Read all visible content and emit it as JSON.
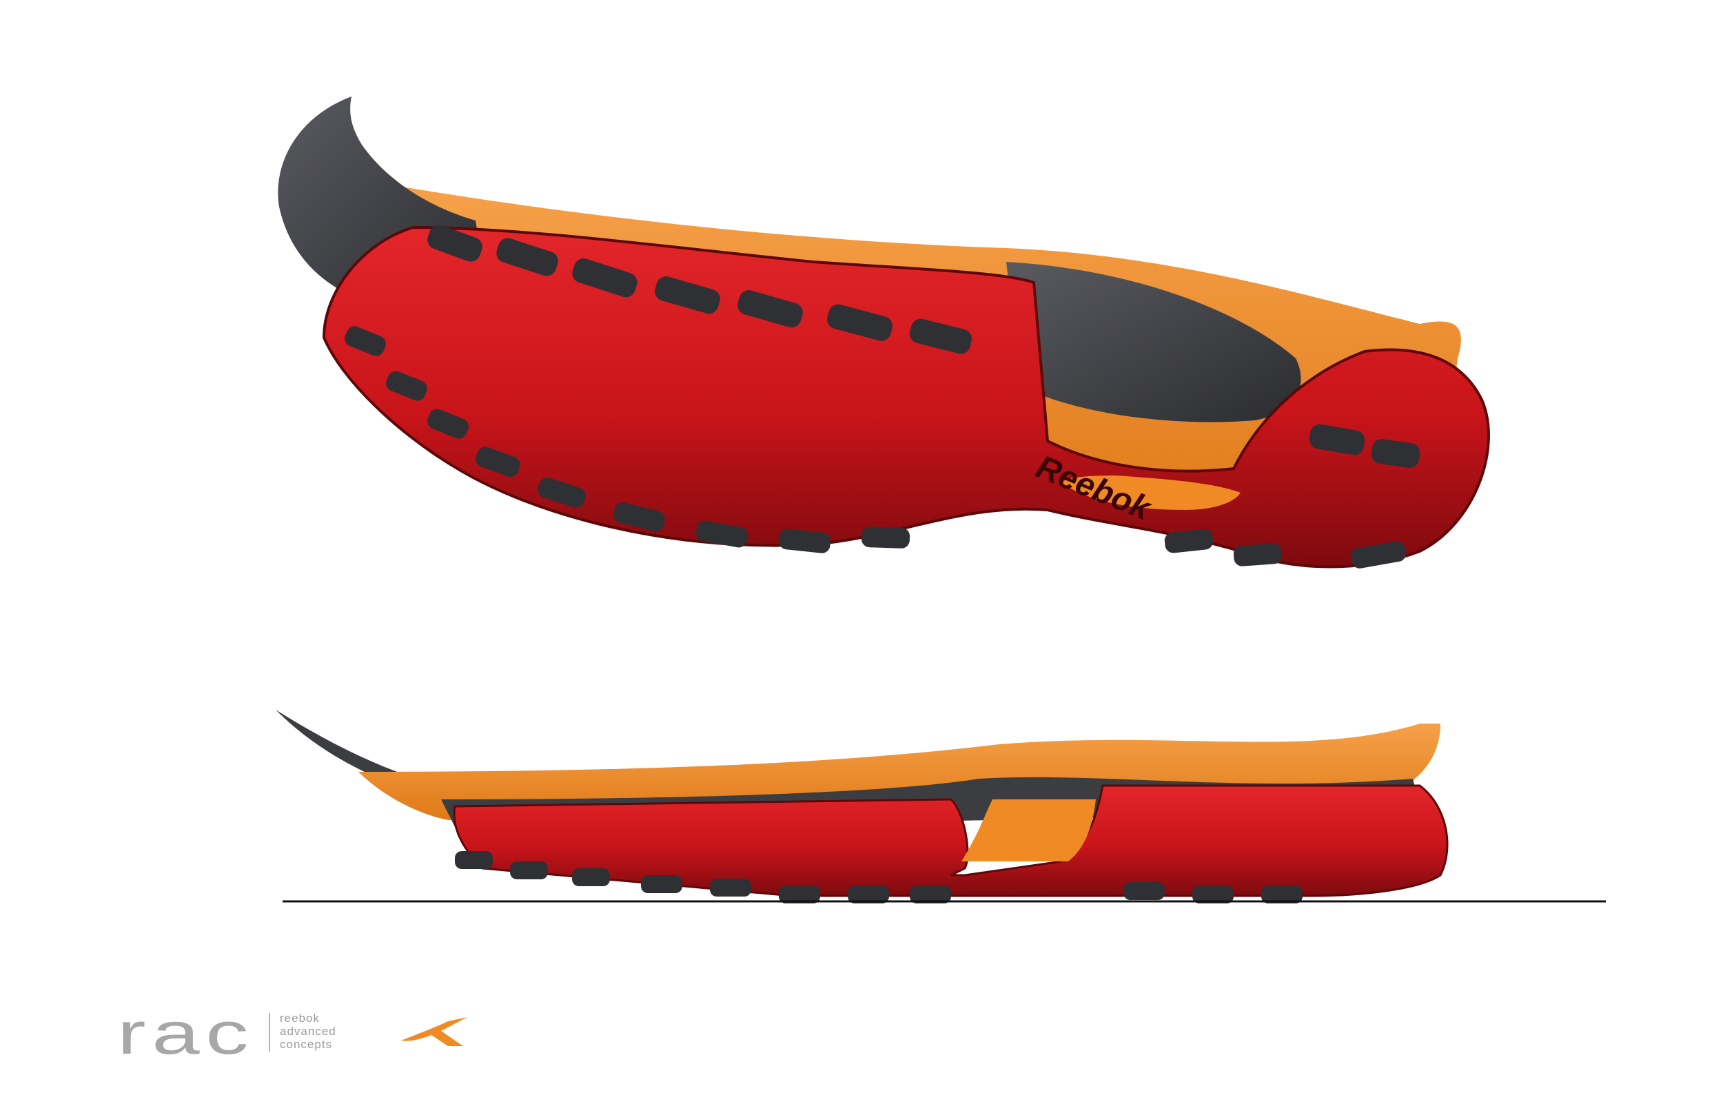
{
  "image": {
    "subject": "footwear outsole concept rendering",
    "background_color": "#ffffff"
  },
  "sole_top": {
    "brand_text": "Reebok",
    "colors": {
      "red": "#c8141a",
      "red_dark": "#7d0a0e",
      "orange": "#f08a24",
      "gray": "#3c3d41"
    }
  },
  "logo": {
    "mark": "rac",
    "line1": "reebok",
    "line2": "advanced",
    "line3": "concepts",
    "mark_color": "#a7a7a7",
    "vector_color": "#f08a24"
  }
}
